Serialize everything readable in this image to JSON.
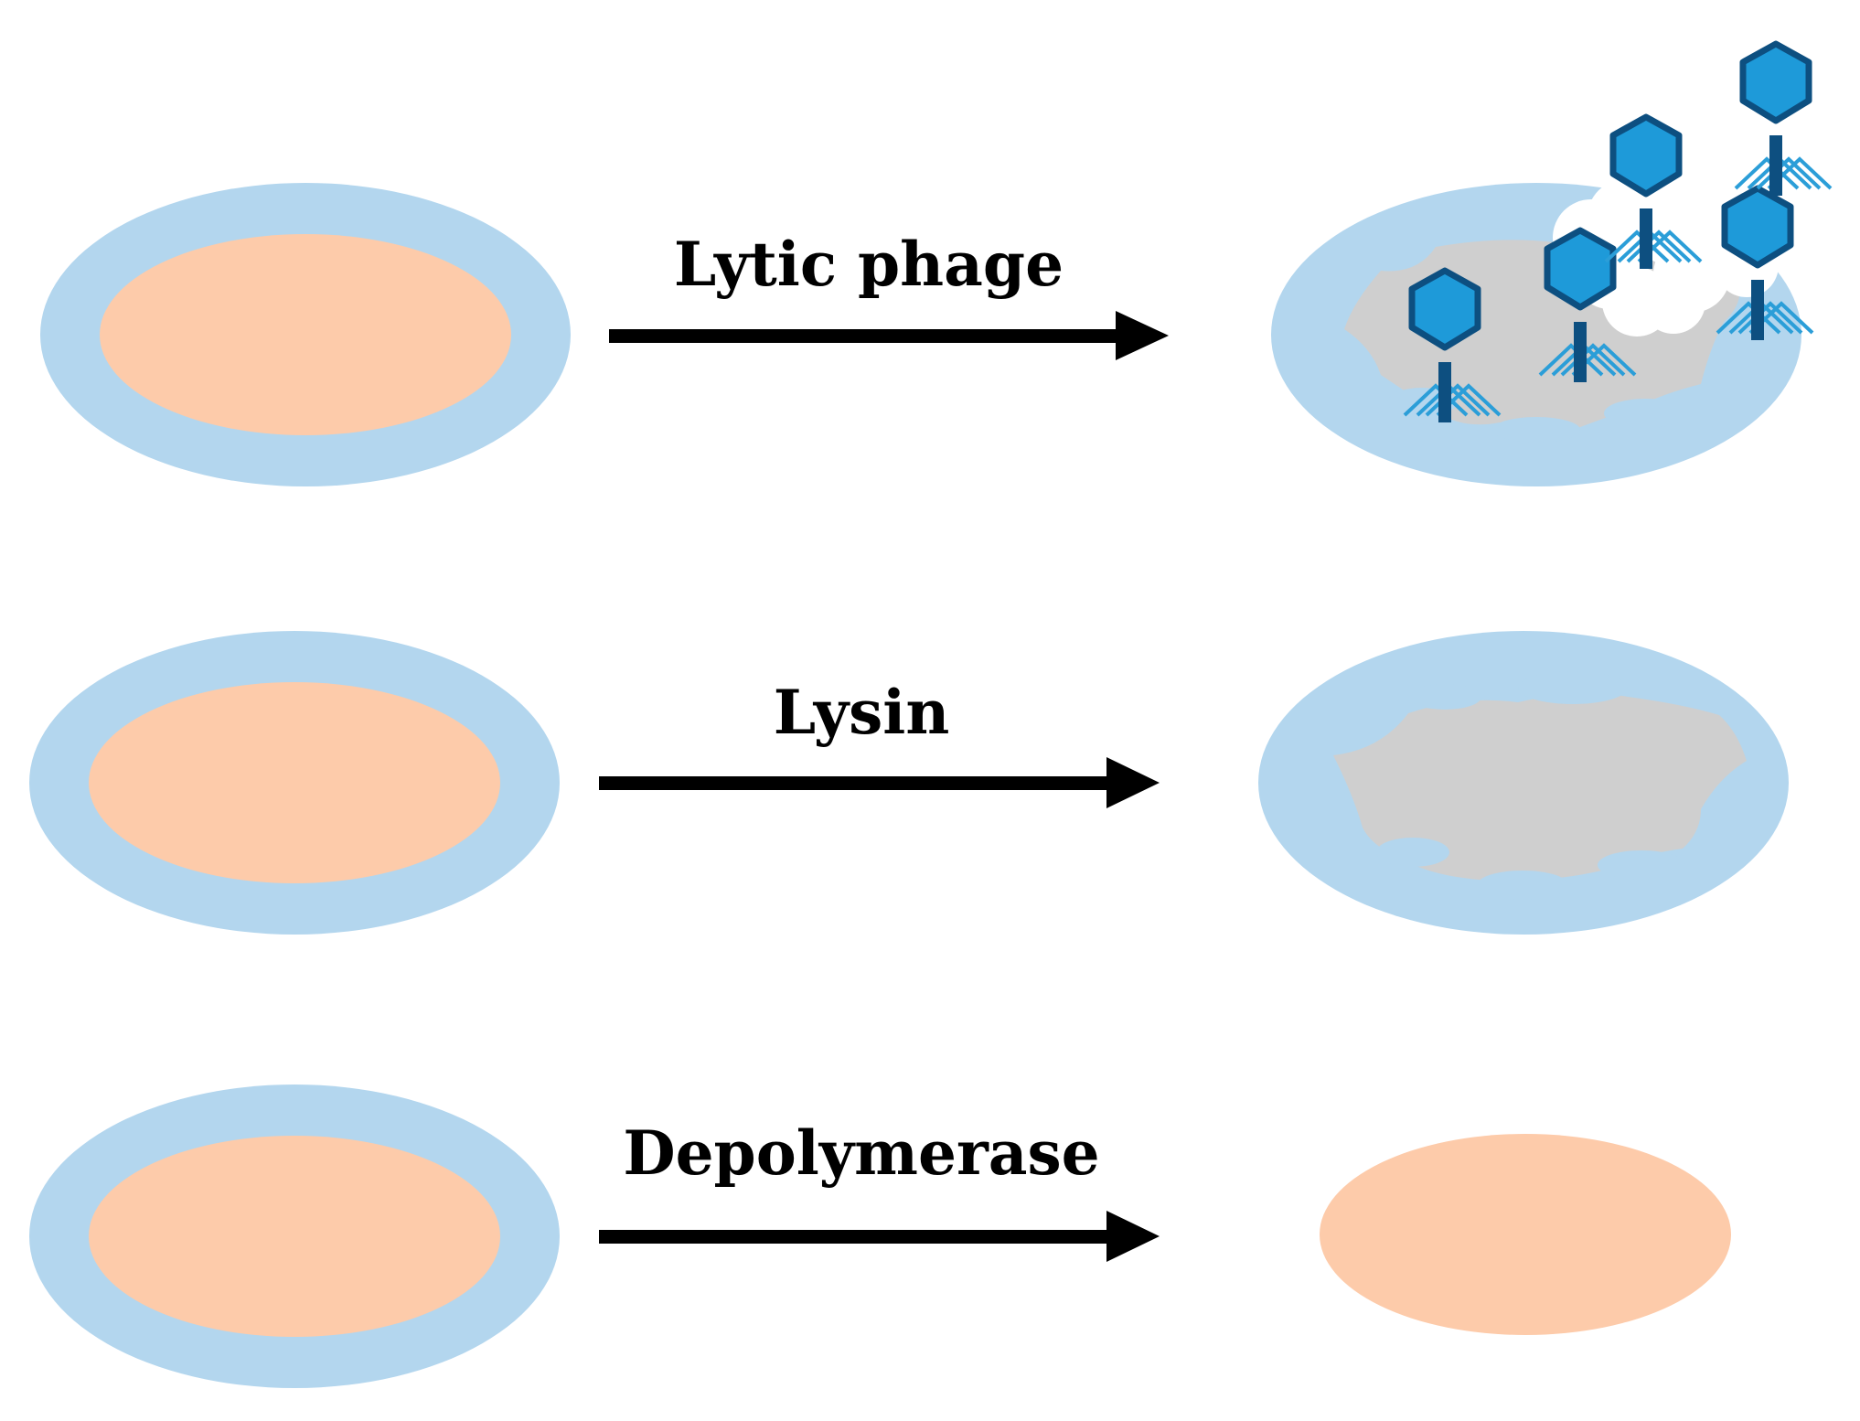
{
  "labels": {
    "row1": "Lytic phage",
    "row2": "Lysin",
    "row3": "Depolymerase"
  },
  "colors": {
    "capsule": "#b3d6ee",
    "cell": "#fdcbaa",
    "lysed_cell": "#cfcfcf",
    "arrow": "#000000",
    "phage_fill": "#1e9ad9",
    "phage_stroke": "#0d4f80",
    "phage_legs": "#2b9ed8",
    "background": "#ffffff"
  },
  "icons": [
    "bacterium-capsule",
    "phage-icon",
    "arrow-right"
  ]
}
